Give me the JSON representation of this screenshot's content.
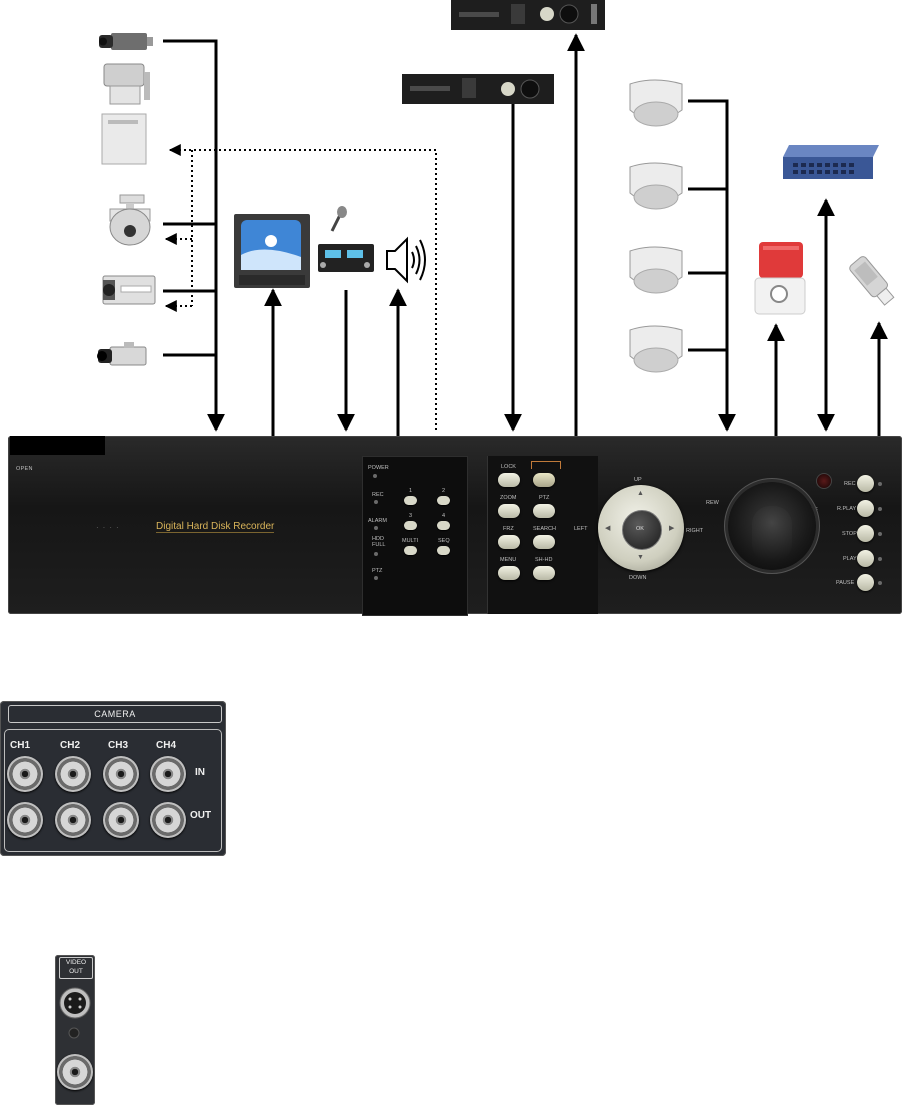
{
  "front_panel": {
    "title": "Digital Hard Disk Recorder",
    "open_label": "OPEN",
    "status_labels": [
      "POWER",
      "REC",
      "ALARM",
      "HDD FULL",
      "PTZ"
    ],
    "channel_buttons": [
      "1",
      "2",
      "3",
      "4",
      "MULTI",
      "SEQ"
    ],
    "function_buttons": [
      "LOCK",
      "ZOOM",
      "PTZ",
      "FRZ",
      "SEARCH",
      "MENU",
      "SH-HD"
    ],
    "direction_labels": {
      "up": "UP",
      "down": "DOWN",
      "left": "LEFT",
      "right": "RIGHT",
      "ok": "OK"
    },
    "jog_labels": {
      "rew": "REW",
      "ff": "FF"
    },
    "playback_buttons": [
      "REC",
      "R.PLAY",
      "STOP",
      "PLAY",
      "PAUSE"
    ]
  },
  "camera_panel": {
    "header": "CAMERA",
    "channels": [
      "CH1",
      "CH2",
      "CH3",
      "CH4"
    ],
    "in_label": "IN",
    "out_label": "OUT"
  },
  "video_out": {
    "label_line1": "VIDEO",
    "label_line2": "OUT"
  },
  "colors": {
    "line": "#000000",
    "panel_dark": "#1b1b1b",
    "accent_text": "#d9b45a"
  }
}
